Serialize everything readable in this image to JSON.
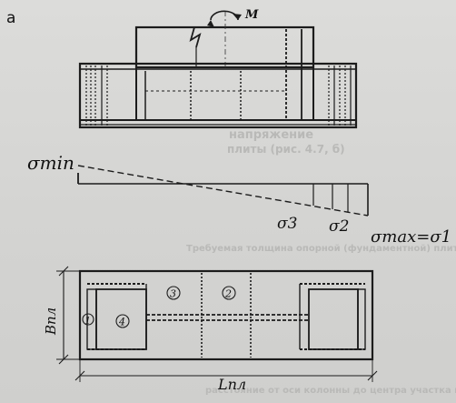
{
  "figure": {
    "panel_letter": "а",
    "moment_label": "M",
    "sigma_labels": {
      "min": "σmin",
      "s3": "σ3",
      "s2": "σ2",
      "max_eq": "σmax=σ1"
    },
    "zone_numbers": [
      "1",
      "2",
      "3",
      "4"
    ],
    "dimension_labels": {
      "width": "Bпл",
      "length": "Lпл"
    }
  },
  "background_text": [
    "напряжение",
    "плиты (рис. 4.7, б)",
    "Требуемая толщина опорной (фундаментной) плиты",
    "расстояние от оси колонны до центра участка плиты"
  ]
}
